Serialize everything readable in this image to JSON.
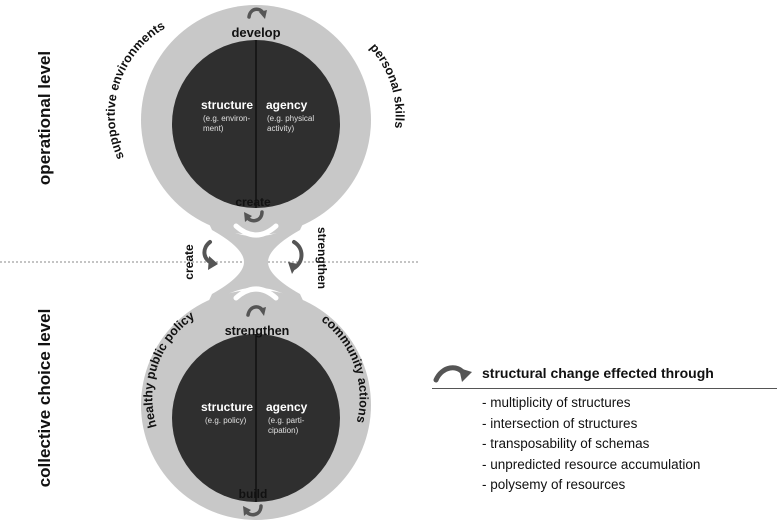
{
  "levels": {
    "operational": "operational level",
    "collective": "collective choice level"
  },
  "top_circle": {
    "top_label": "develop",
    "bottom_label": "create",
    "left_arc": "supportive environments",
    "right_arc": "personal skills",
    "structure": {
      "title": "structure",
      "sub1": "(e.g. environ-",
      "sub2": "ment)"
    },
    "agency": {
      "title": "agency",
      "sub1": "(e.g. physical",
      "sub2": "activity)"
    }
  },
  "bottom_circle": {
    "top_label": "strengthen",
    "bottom_label": "build",
    "left_arc": "healthy public policy",
    "right_arc": "community actions",
    "structure": {
      "title": "structure",
      "sub1": "(e.g. policy)"
    },
    "agency": {
      "title": "agency",
      "sub1": "(e.g. parti-",
      "sub2": "cipation)"
    }
  },
  "side_labels": {
    "left": "create",
    "right": "strengthen"
  },
  "legend": {
    "title": "structural change effected through",
    "items": [
      "multiplicity of structures",
      "intersection of structures",
      "transposability of schemas",
      "unpredicted resource accumulation",
      "polysemy of resources"
    ]
  },
  "colors": {
    "outer": "#c8c8c8",
    "inner": "#2f2f2f",
    "arrow": "#555555",
    "divider": "#888888"
  }
}
